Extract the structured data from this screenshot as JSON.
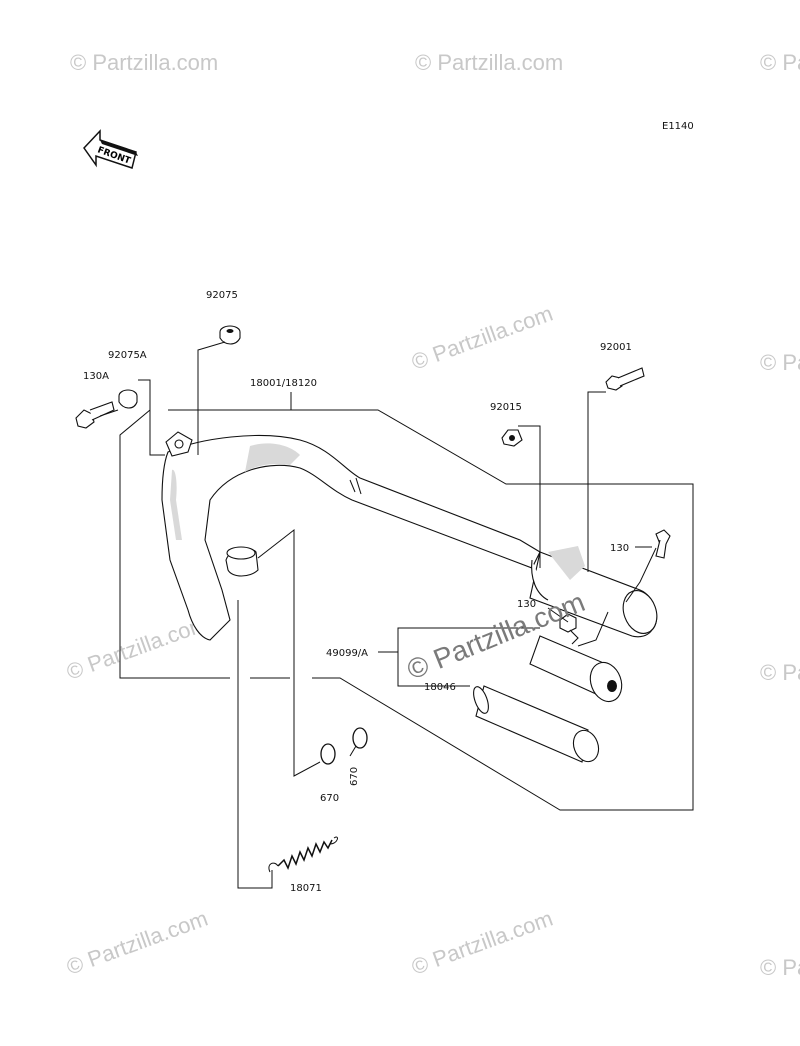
{
  "diagram": {
    "code": "E1140",
    "front_label": "FRONT",
    "watermark_text": "© Partzilla.com",
    "callouts": {
      "p92075": "92075",
      "p92075a": "92075A",
      "p130a": "130A",
      "p18001": "18001/18120",
      "p92001": "92001",
      "p92015": "92015",
      "p130_top": "130",
      "p130_mid": "130",
      "p49099": "49099/A",
      "p18046": "18046",
      "p670_left": "670",
      "p670_right": "670",
      "p18071": "18071"
    }
  }
}
